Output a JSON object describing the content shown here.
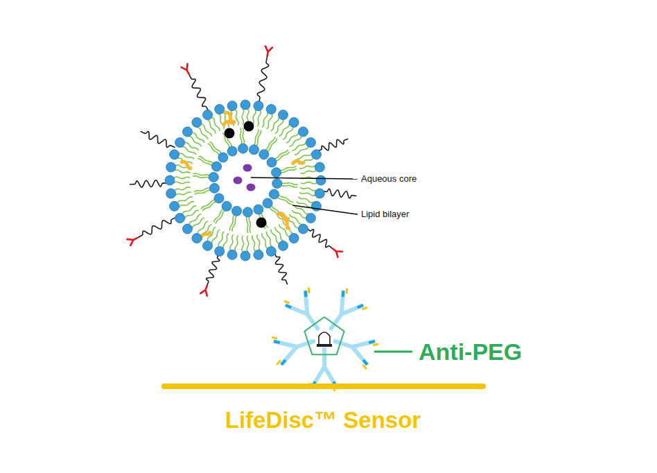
{
  "diagram": {
    "labels": [
      "Aqueous core",
      "Lipid bilayer",
      "Anti-PEG",
      "LifeDisc™ Sensor"
    ]
  }
}
